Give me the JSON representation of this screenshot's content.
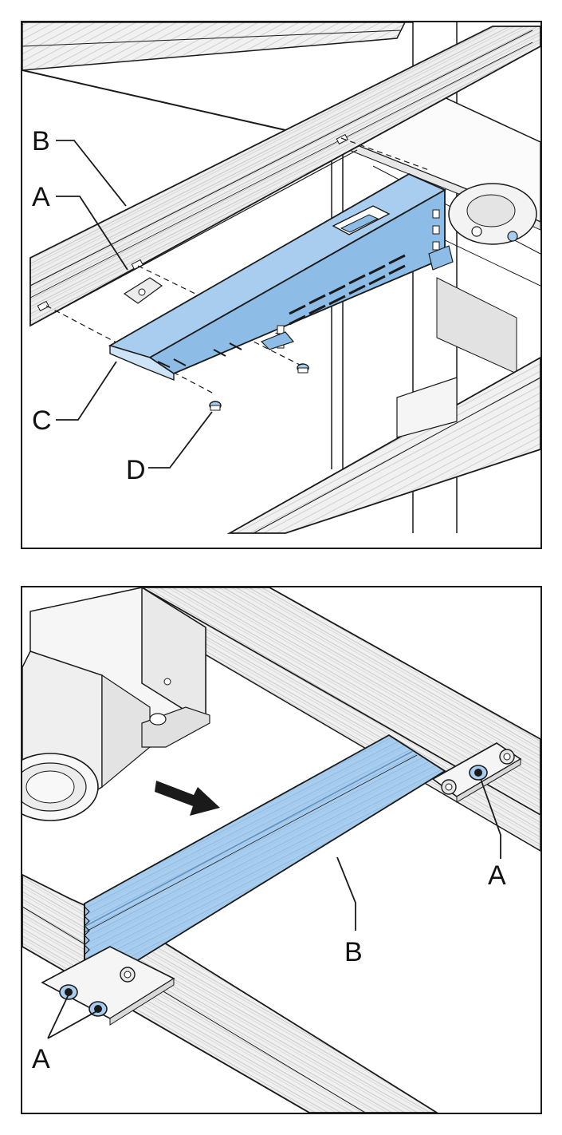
{
  "colors": {
    "highlight": "#a9cdee",
    "highlight_dark": "#7fb2e0",
    "line": "#1a1a1a",
    "rail_shade": "#e4e4e4",
    "rail_light": "#f2f2f2"
  },
  "panel_top": {
    "labels": {
      "b": "B",
      "a": "A",
      "c": "C",
      "d": "D"
    }
  },
  "panel_bottom": {
    "labels": {
      "a_right": "A",
      "b": "B",
      "a_left": "A"
    },
    "arrow_icon": "direction-arrow-icon"
  }
}
